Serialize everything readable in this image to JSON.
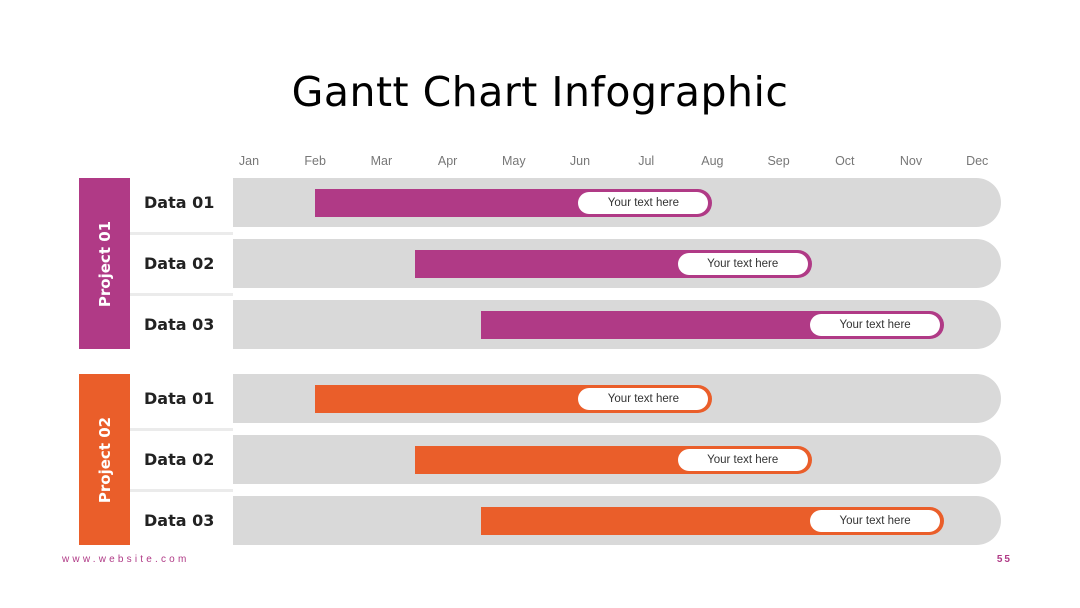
{
  "title": "Gantt Chart Infographic",
  "footer": {
    "website": "www.website.com",
    "page_number": "55"
  },
  "colors": {
    "project_01": "#b03a86",
    "project_02": "#ea5e2a",
    "track": "#d9d9d9"
  },
  "chart_data": {
    "type": "gantt",
    "title": "Gantt Chart Infographic",
    "months": [
      "Jan",
      "Feb",
      "Mar",
      "Apr",
      "May",
      "Jun",
      "Jul",
      "Aug",
      "Sep",
      "Oct",
      "Nov",
      "Dec"
    ],
    "groups": [
      {
        "name": "Project 01",
        "color": "#b03a86",
        "tasks": [
          {
            "label": "Data 01",
            "start": "Feb",
            "end": "Aug",
            "text": "Your text here"
          },
          {
            "label": "Data 02",
            "start": "Mid-Mar",
            "end": "Mid-Sep",
            "text": "Your text here"
          },
          {
            "label": "Data 03",
            "start": "Mid-Apr",
            "end": "Mid-Nov",
            "text": "Your text here"
          }
        ]
      },
      {
        "name": "Project 02",
        "color": "#ea5e2a",
        "tasks": [
          {
            "label": "Data 01",
            "start": "Feb",
            "end": "Aug",
            "text": "Your text here"
          },
          {
            "label": "Data 02",
            "start": "Mid-Mar",
            "end": "Mid-Sep",
            "text": "Your text here"
          },
          {
            "label": "Data 03",
            "start": "Mid-Apr",
            "end": "Mid-Nov",
            "text": "Your text here"
          }
        ]
      }
    ]
  }
}
